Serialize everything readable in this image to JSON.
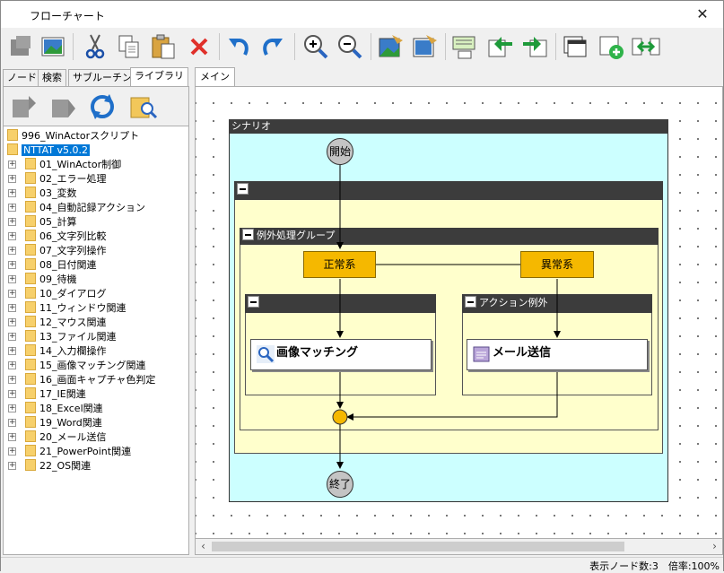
{
  "window": {
    "title": "フローチャート",
    "close": "✕"
  },
  "toolbar": {
    "buttons": [
      "cut",
      "copy",
      "paste",
      "delete",
      "undo",
      "redo",
      "zoom-in",
      "zoom-out"
    ]
  },
  "left_tabs": [
    "ノード",
    "検索",
    "サブルーチン",
    "ライブラリ"
  ],
  "tree": {
    "root_items": [
      "996_WinActorスクリプト",
      "NTTAT v5.0.2"
    ],
    "children": [
      "01_WinActor制御",
      "02_エラー処理",
      "03_変数",
      "04_自動記録アクション",
      "05_計算",
      "06_文字列比較",
      "07_文字列操作",
      "08_日付関連",
      "09_待機",
      "10_ダイアログ",
      "11_ウィンドウ関連",
      "12_マウス関連",
      "13_ファイル関連",
      "14_入力欄操作",
      "15_画像マッチング関連",
      "16_画面キャプチャ色判定",
      "17_IE関連",
      "18_Excel関連",
      "19_Word関連",
      "20_メール送信",
      "21_PowerPoint関連",
      "22_OS関連"
    ]
  },
  "main_tab": "メイン",
  "flow": {
    "scenario_label": "シナリオ",
    "start": "開始",
    "end": "終了",
    "exception_group": "例外処理グループ",
    "normal": "正常系",
    "abnormal": "異常系",
    "action_exception": "アクション例外",
    "image_matching": "画像マッチング",
    "mail_send": "メール送信"
  },
  "status": {
    "text": "表示ノード数:3　倍率:100%"
  }
}
